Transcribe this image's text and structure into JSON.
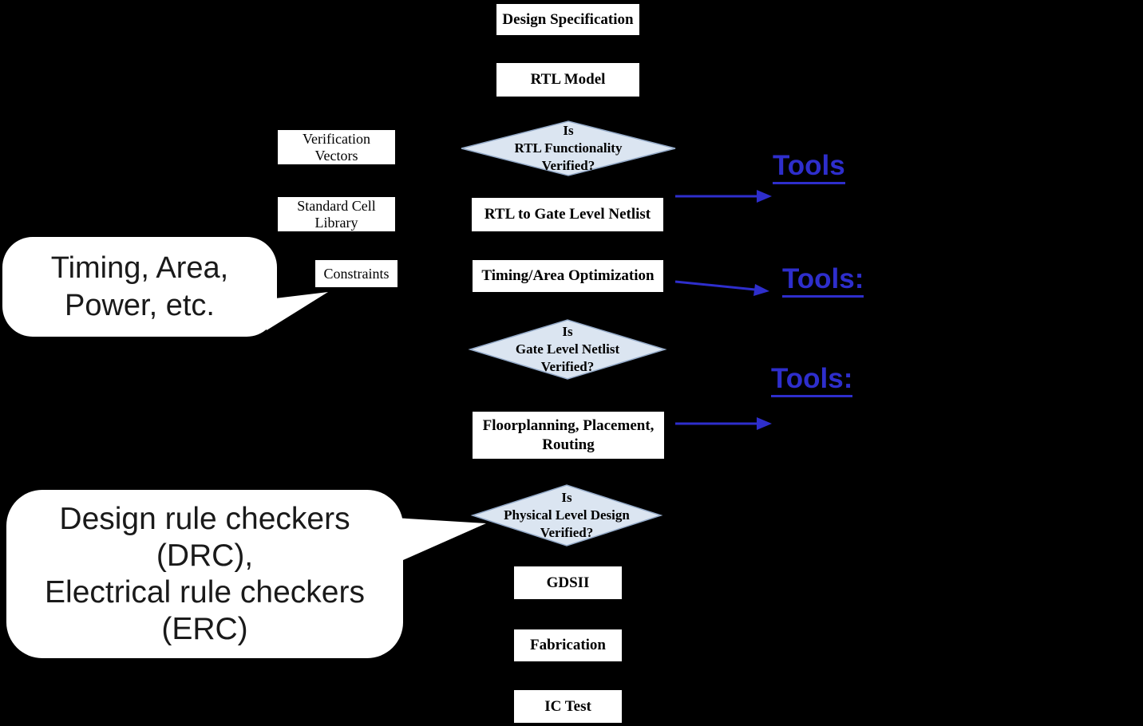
{
  "colors": {
    "background": "#000000",
    "box_fill": "#ffffff",
    "box_border": "#000000",
    "diamond_fill": "#dbe5f1",
    "diamond_border": "#93a9c7",
    "accent_blue": "#2e2ecc",
    "text_black": "#000000"
  },
  "process": {
    "design_specification": "Design Specification",
    "rtl_model": "RTL Model",
    "rtl_to_gate_level_netlist": "RTL to Gate Level Netlist",
    "timing_area_optimization": "Timing/Area Optimization",
    "floorplanning": {
      "line1": "Floorplanning, Placement,",
      "line2": "Routing"
    },
    "gdsii": "GDSII",
    "fabrication": "Fabrication",
    "ic_test": "IC Test"
  },
  "inputs": {
    "verification_vectors": {
      "line1": "Verification",
      "line2": "Vectors"
    },
    "standard_cell_library": {
      "line1": "Standard Cell",
      "line2": "Library"
    },
    "constraints": "Constraints"
  },
  "decisions": {
    "rtl_functionality": {
      "line1": "Is",
      "line2": "RTL Functionality",
      "line3": "Verified?"
    },
    "gate_level_netlist": {
      "line1": "Is",
      "line2": "Gate Level Netlist",
      "line3": "Verified?"
    },
    "physical_level_design": {
      "line1": "Is",
      "line2": "Physical Level Design",
      "line3": "Verified?"
    }
  },
  "callouts": {
    "timing_area_power": {
      "line1": "Timing, Area,",
      "line2": "Power, etc."
    },
    "rule_checkers": {
      "line1": "Design rule checkers",
      "line2": "(DRC),",
      "line3": "Electrical rule checkers",
      "line4": "(ERC)"
    }
  },
  "tools": {
    "label1": "Tools",
    "label2": "Tools:",
    "label3": "Tools:"
  }
}
